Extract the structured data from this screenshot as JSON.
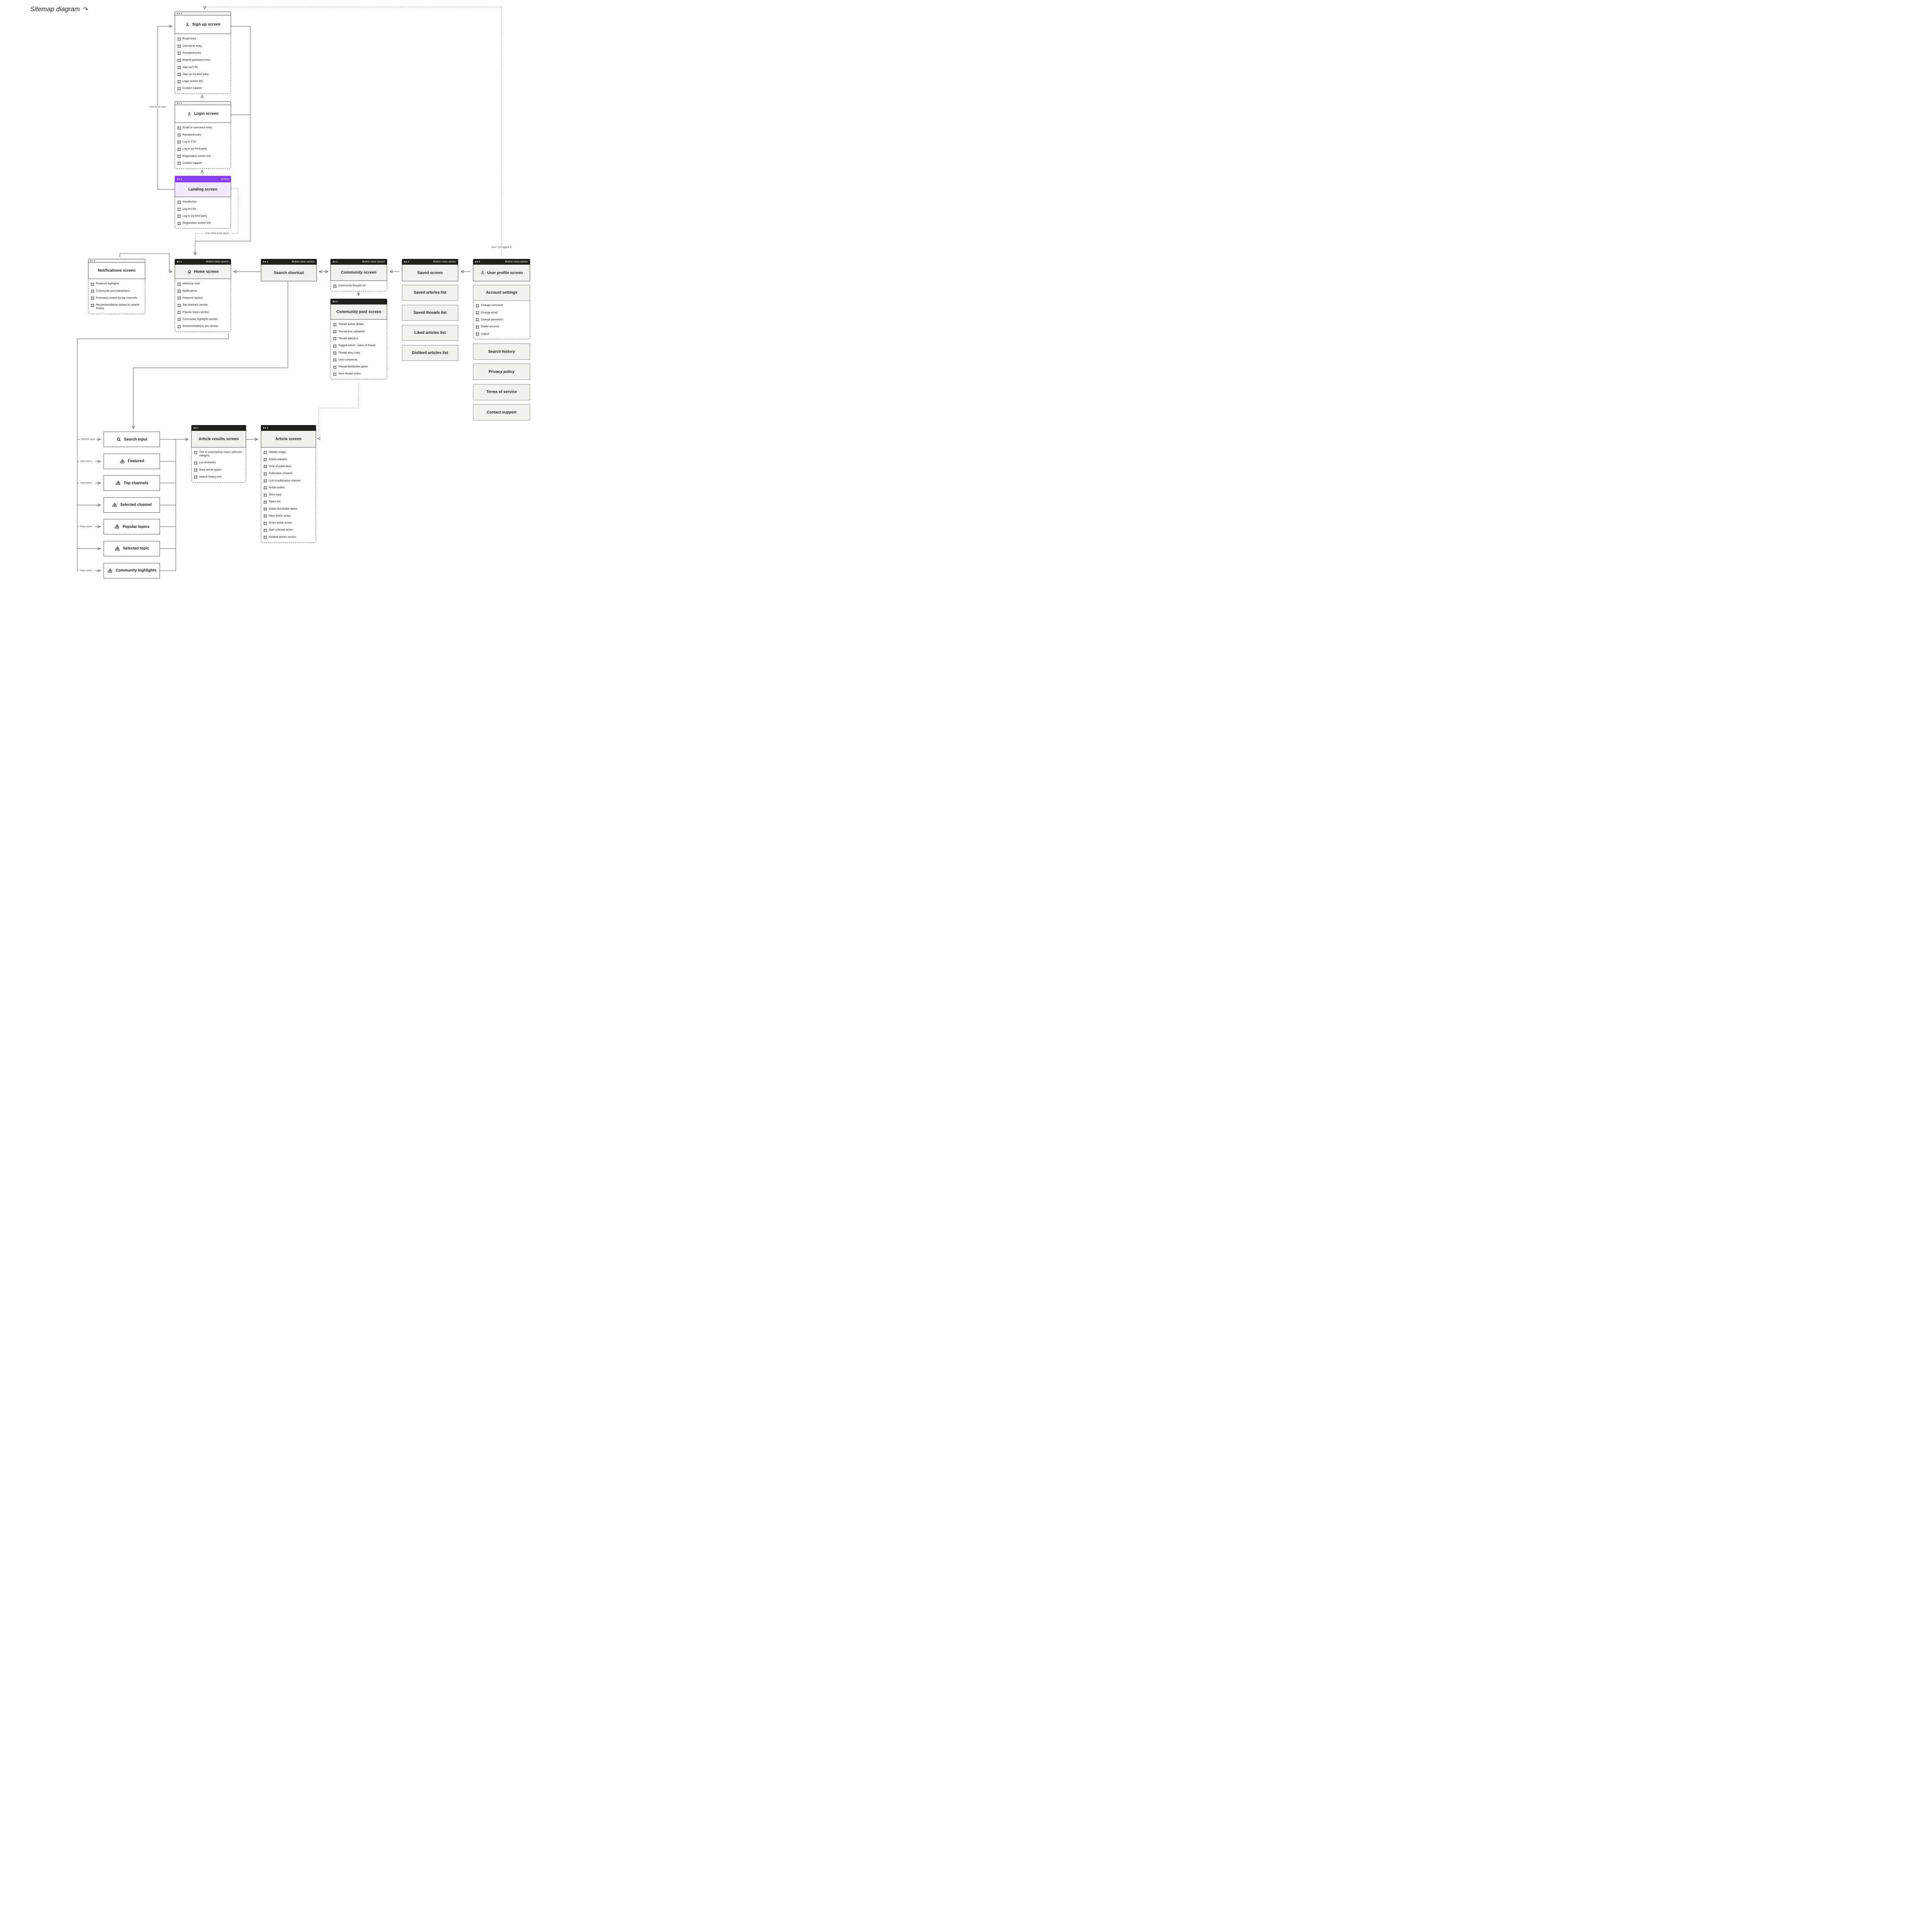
{
  "title": "Sitemap diagram",
  "labels": {
    "bottom_menu_access": "Bottom menu access",
    "landing_tag": "landing",
    "first_time_user": "First-time user",
    "user_third_party_login": "User third party log in",
    "user_not_logged_in": "User not logged in",
    "search_input": "Search input",
    "view_more": "View more..."
  },
  "colors": {
    "accent_purple": "#8a3ffc",
    "accent_purple_light": "#f1e8fd",
    "header_dark": "#21201d",
    "panel_gray": "#f2f1ee"
  },
  "screens": {
    "signup": {
      "title": "Sign up screen",
      "items": [
        "Email entry",
        "Username entry",
        "Password entry",
        "Repeat password entry",
        "Sign up CTA",
        "Sign up via third party",
        "Login screen link",
        "Contact support"
      ]
    },
    "login": {
      "title": "Login screen",
      "items": [
        "Email or username entry",
        "Password entry",
        "Log in CTA",
        "Log in via third party",
        "Registration screen link",
        "Contact support"
      ]
    },
    "landing": {
      "title": "Landing screen",
      "items": [
        "Introduction",
        "Log in CTA",
        "Log in via third party",
        "Registration screen link"
      ]
    },
    "notifications": {
      "title": "Notifications screen",
      "items": [
        "Featured highlights",
        "Community post interactions",
        "Promoted content by top channels",
        "Recommendations based on search history"
      ]
    },
    "home": {
      "title": "Home screen",
      "items": [
        "Welcome note",
        "Notifications",
        "Featured section",
        "Top channels section",
        "Popular topics section",
        "Community highlights section",
        "Recommended to you section"
      ]
    },
    "search_shortcut": {
      "title": "Search shortcut"
    },
    "community": {
      "title": "Community screen",
      "items": [
        "Community threads list"
      ]
    },
    "community_post": {
      "title": "Community post screen",
      "items": [
        "Thread author details",
        "Thread time uploaded",
        "Thread statistics",
        "Tagged article - basis of thread",
        "Thread story copy",
        "User comments",
        "Thread like/dislike option",
        "Save thread action"
      ]
    },
    "saved": {
      "title": "Saved screen"
    },
    "saved_lists": [
      "Saved articles list",
      "Saved threads list",
      "Liked articles list",
      "Disliked articles list"
    ],
    "user_profile": {
      "title": "User profile screen"
    },
    "account_settings": {
      "title": "Account settings",
      "items": [
        "Change username",
        "Change email",
        "Change password",
        "Delete account",
        "Logout"
      ]
    },
    "profile_links": [
      "Search history",
      "Privacy policy",
      "Terms of service",
      "Contact support"
    ],
    "article_results": {
      "title": "Article results screen",
      "items": [
        "Title of searched by input / selected category",
        "List of articles",
        "Save article option",
        "Search history link"
      ]
    },
    "article": {
      "title": "Article screen",
      "items": [
        "Header image",
        "Article statistics",
        "Time of publication",
        "Publication channel",
        "Link to publication channel",
        "Article author",
        "Story copy",
        "Topics list",
        "Article like/dislike option",
        "Save article action",
        "Share article action",
        "Start a thread action",
        "Related stories section"
      ]
    }
  },
  "nodes": [
    {
      "label": "Search input",
      "icon": "search-icon"
    },
    {
      "label": "Featured",
      "icon": "shapes-icon"
    },
    {
      "label": "Top channels",
      "icon": "shapes-icon"
    },
    {
      "label": "Selected channel",
      "icon": "shapes-icon"
    },
    {
      "label": "Popular topics",
      "icon": "shapes-icon"
    },
    {
      "label": "Selected topic",
      "icon": "shapes-icon"
    },
    {
      "label": "Community highlights",
      "icon": "shapes-icon"
    }
  ]
}
